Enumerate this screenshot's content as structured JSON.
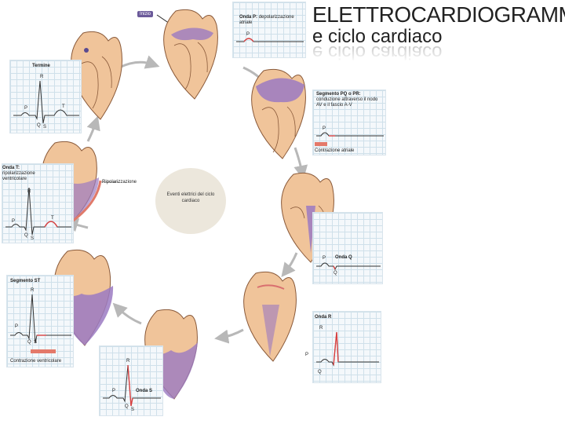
{
  "title": {
    "line1": "ELETTROCARDIOGRAMMA",
    "line2": "e ciclo cardiaco"
  },
  "start_label": "Inizio",
  "center_label": "Eventi elettrici del ciclo cardiaco",
  "side_label": "Ripolarizzazione",
  "panels": {
    "p": {
      "title": "Onda P:",
      "desc": "depolarizzazione atriale",
      "wave_labels": [
        "P"
      ]
    },
    "pq": {
      "title": "Segmento PQ o PR:",
      "desc": "conduzione attraverso il nodo AV e il fascio A-V",
      "wave_labels": [
        "P"
      ],
      "caption": "Contrazione atriale"
    },
    "q": {
      "title": "Onda Q",
      "wave_labels": [
        "P",
        "Q"
      ]
    },
    "r": {
      "title": "Onda R",
      "wave_labels": [
        "R",
        "P",
        "Q"
      ]
    },
    "s": {
      "title": "Onda S",
      "wave_labels": [
        "R",
        "P",
        "Q",
        "S"
      ]
    },
    "st": {
      "title": "Segmento ST",
      "wave_labels": [
        "R",
        "P",
        "Q",
        "S"
      ],
      "caption": "Contrazione ventricolare"
    },
    "t": {
      "title": "Onda T:",
      "desc": "ripolarizzazione ventricolare",
      "wave_labels": [
        "R",
        "P",
        "Q",
        "S",
        "T"
      ]
    },
    "end": {
      "title": "Termine",
      "wave_labels": [
        "R",
        "P",
        "Q",
        "S",
        "T"
      ]
    }
  },
  "colors": {
    "heart": "#f0c49a",
    "heart_outline": "#8a5a3a",
    "depolarized": "#9b7ac2",
    "ecg": "#333333",
    "highlight": "#d94040",
    "arrow": "#b8b8b8"
  }
}
